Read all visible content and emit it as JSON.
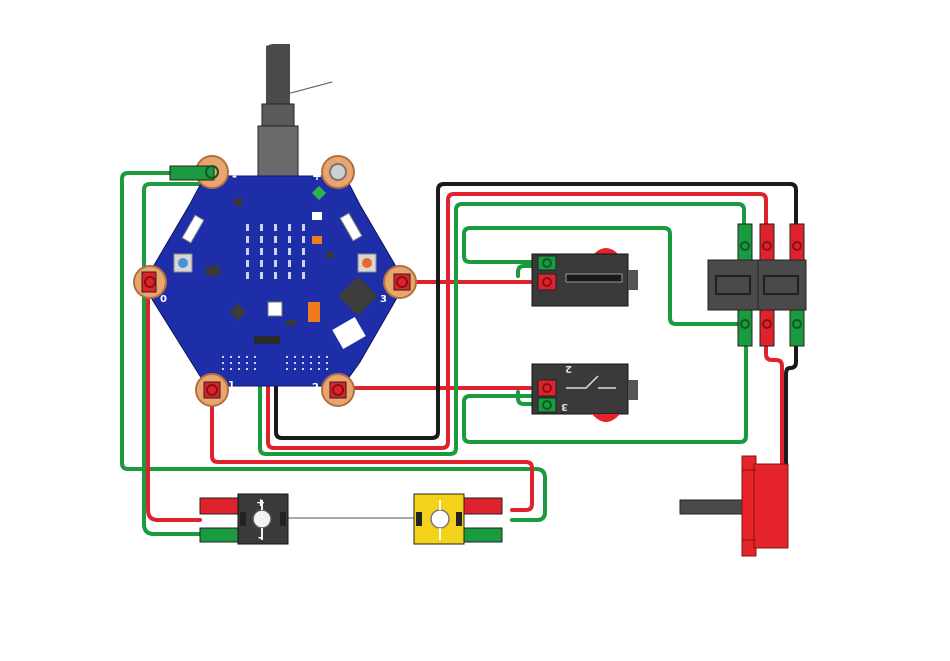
{
  "colors": {
    "wire_green": "#1a9b3f",
    "wire_red": "#e0222c",
    "wire_black": "#1a1a1a",
    "board_blue": "#1e2ea8",
    "pad_orange": "#e9a56b",
    "plug_red": "#e0222c",
    "plug_green": "#1a9b3f",
    "component_gray": "#3a3a3a",
    "sensor_yellow": "#f2d21b",
    "motor_red": "#e4232a"
  },
  "board": {
    "pin_labels": {
      "minus": "-",
      "plus": "+",
      "pin0": "0",
      "pin1": "1",
      "pin2": "2",
      "pin3": "3"
    },
    "icons": {
      "board": "hexagon-pcb-icon",
      "usb": "usb-cable-icon",
      "led_matrix": "led-matrix-icon"
    }
  },
  "photo_sensor": {
    "plus_label": "+",
    "minus_label": "-"
  },
  "switch_bottom": {
    "label_2": "2",
    "label_3": "3"
  },
  "icons": {
    "switch": "pushbutton-switch-icon",
    "relay": "relay-block-icon",
    "motor": "motor-icon",
    "sensor": "light-sensor-icon",
    "lamp": "lamp-icon"
  }
}
